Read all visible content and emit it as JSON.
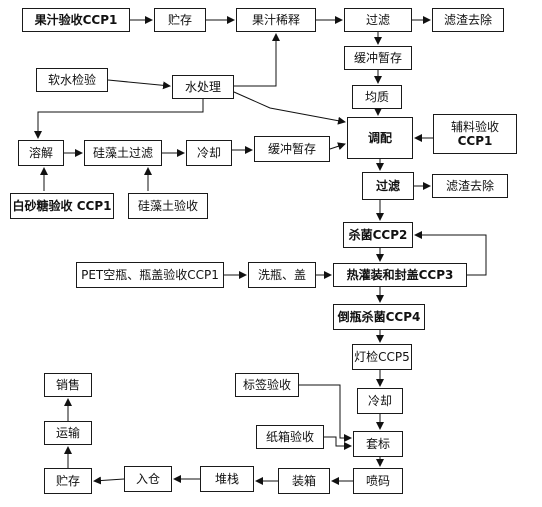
{
  "steps": {
    "juice_check": "果汁验收CCP1",
    "storage_top": "贮存",
    "juice_dilute": "果汁稀释",
    "filter_top": "过滤",
    "residue_top": "滤渣去除",
    "buffer_top": "缓冲暂存",
    "soft_water_check": "软水检验",
    "water_treatment": "水处理",
    "homogenize": "均质",
    "dissolve": "溶解",
    "diatom_filter": "硅藻土过滤",
    "cool_left": "冷却",
    "buffer_left": "缓冲暂存",
    "blend": "调配",
    "aux_check_line1": "辅料验收",
    "aux_check_line2": "CCP1",
    "sugar_check": "白砂糖验收 CCP1",
    "diatom_check": "硅藻土验收",
    "filter_mid": "过滤",
    "residue_mid": "滤渣去除",
    "sterilize": "杀菌CCP2",
    "bottle_check": "PET空瓶、瓶盖验收CCP1",
    "wash": "洗瓶、盖",
    "hot_fill": "热灌装和封盖CCP3",
    "invert_sterilize": "倒瓶杀菌CCP4",
    "light_check": "灯检CCP5",
    "label_check": "标签验收",
    "cool_bottom": "冷却",
    "carton_check": "纸箱验收",
    "sleeve": "套标",
    "sales": "销售",
    "transport": "运输",
    "storage_bottom": "贮存",
    "warehouse_in": "入仓",
    "stack": "堆栈",
    "pack": "装箱",
    "inkjet": "喷码"
  }
}
